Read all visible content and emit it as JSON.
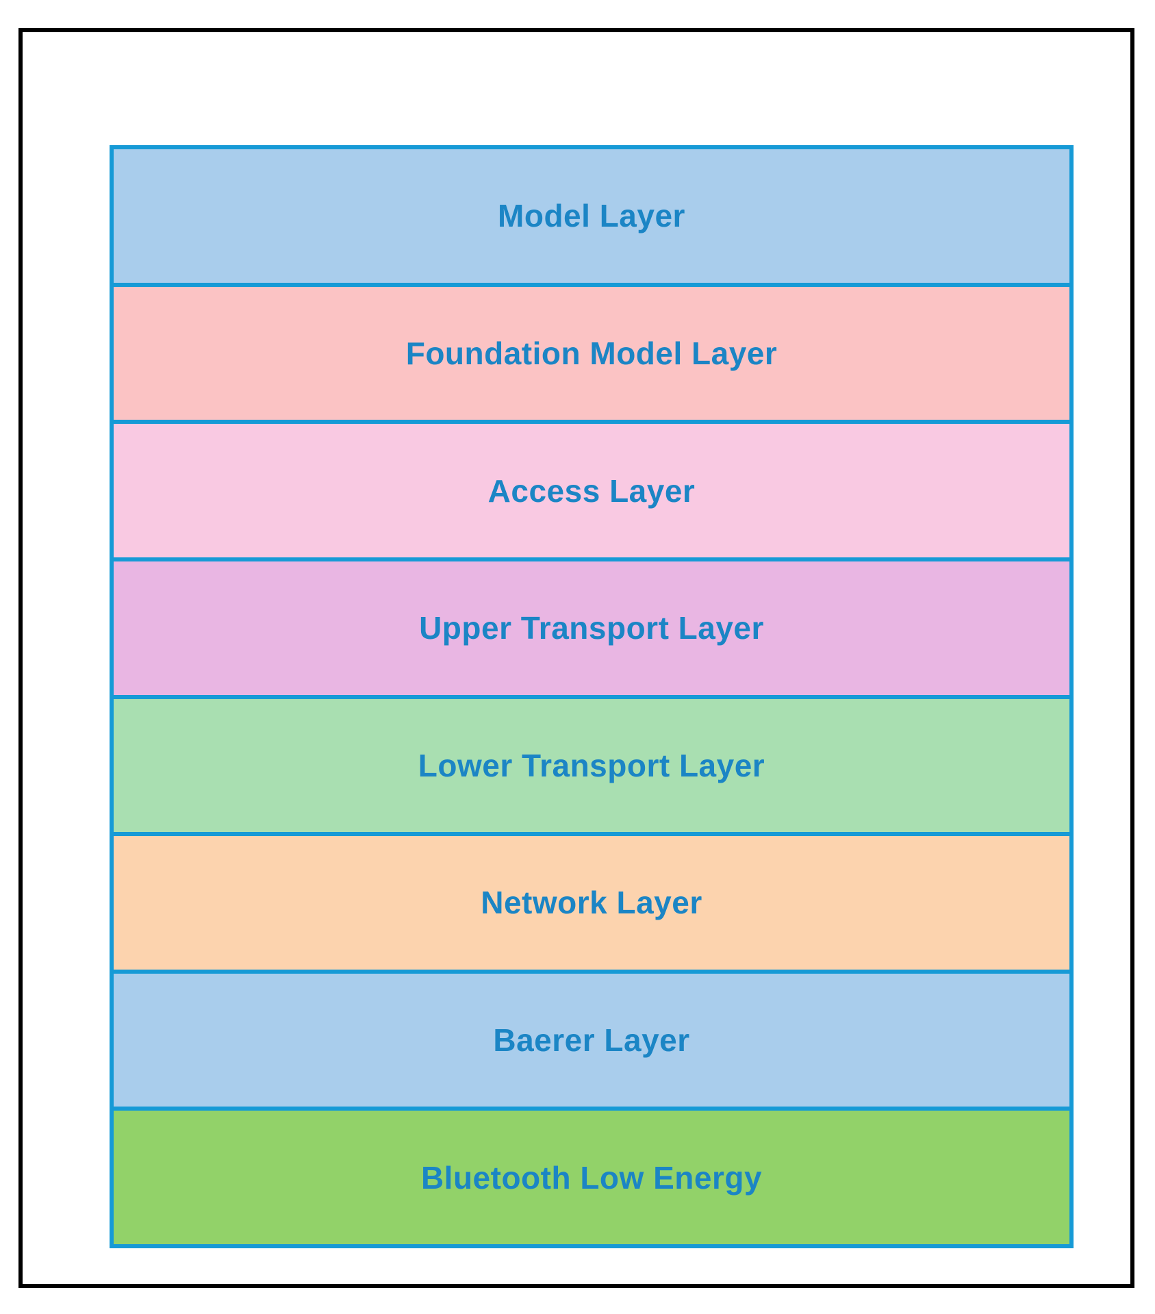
{
  "diagram": {
    "border_color": "#169ad6",
    "text_color": "#1b85c5",
    "frame_color": "#000000",
    "background_color": "#ffffff",
    "layers": [
      {
        "label": "Model Layer",
        "color": "#a9cdec"
      },
      {
        "label": "Foundation Model Layer",
        "color": "#fbc3c4"
      },
      {
        "label": "Access Layer",
        "color": "#f9c9e2"
      },
      {
        "label": "Upper Transport Layer",
        "color": "#e9b6e3"
      },
      {
        "label": "Lower Transport Layer",
        "color": "#a9dfb1"
      },
      {
        "label": "Network Layer",
        "color": "#fcd3ae"
      },
      {
        "label": "Baerer Layer",
        "color": "#a9cdec"
      },
      {
        "label": "Bluetooth Low Energy",
        "color": "#92d269"
      }
    ]
  }
}
